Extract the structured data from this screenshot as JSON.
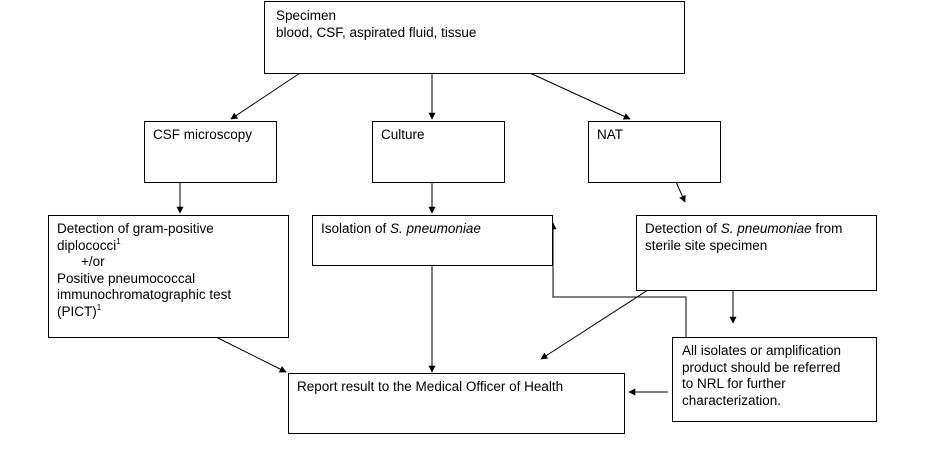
{
  "nodes": {
    "specimen": {
      "title": "Specimen",
      "detail": "blood, CSF, aspirated fluid, tissue"
    },
    "csf_microscopy": {
      "label": "CSF microscopy"
    },
    "culture": {
      "label": "Culture"
    },
    "nat": {
      "label": "NAT"
    },
    "detection_gram": {
      "line1": "Detection of gram-positive",
      "line2": "diplococci",
      "footnote": "1",
      "connector": "+/or",
      "line3": "Positive pneumococcal",
      "line4": "immunochromatographic test",
      "line5": "(PICT)",
      "footnote2": "1"
    },
    "isolation": {
      "prefix": "Isolation of ",
      "organism": "S. pneumoniae"
    },
    "detection_nat": {
      "prefix": "Detection of ",
      "organism": "S. pneumoniae",
      "suffix": " from",
      "line2": "sterile site specimen"
    },
    "referral": {
      "line1": "All isolates or amplification",
      "line2": "product should be referred",
      "line3": "to NRL for further",
      "line4": "characterization."
    },
    "report": {
      "label": "Report result to the Medical Officer of Health"
    }
  }
}
